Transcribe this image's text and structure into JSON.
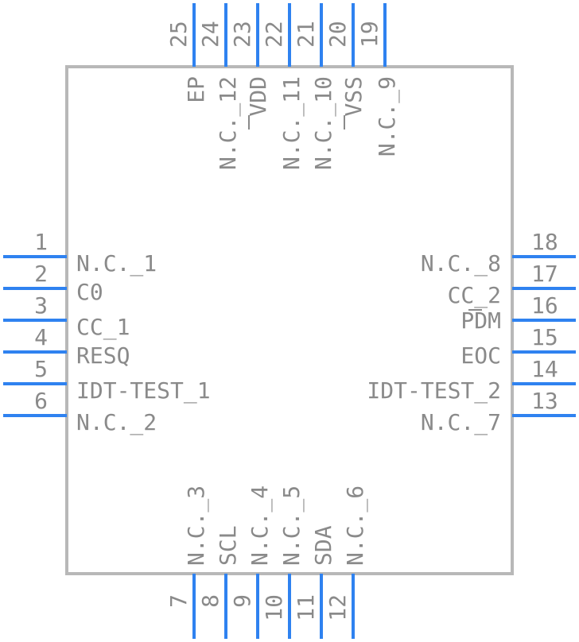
{
  "component": {
    "pins": [
      {
        "number": "1",
        "name": "N.C._1"
      },
      {
        "number": "2",
        "name": "C0"
      },
      {
        "number": "3",
        "name": "CC_1"
      },
      {
        "number": "4",
        "name": "RESQ"
      },
      {
        "number": "5",
        "name": "IDT-TEST_1"
      },
      {
        "number": "6",
        "name": "N.C._2"
      },
      {
        "number": "7",
        "name": "N.C._3"
      },
      {
        "number": "8",
        "name": "SCL"
      },
      {
        "number": "9",
        "name": "N.C._4"
      },
      {
        "number": "10",
        "name": "N.C._5"
      },
      {
        "number": "11",
        "name": "SDA"
      },
      {
        "number": "12",
        "name": "N.C._6"
      },
      {
        "number": "13",
        "name": "N.C._7"
      },
      {
        "number": "14",
        "name": "IDT-TEST_2"
      },
      {
        "number": "15",
        "name": "EOC"
      },
      {
        "number": "16",
        "name": "PDM"
      },
      {
        "number": "17",
        "name": "CC_2"
      },
      {
        "number": "18",
        "name": "N.C._8"
      },
      {
        "number": "19",
        "name": "N.C._9"
      },
      {
        "number": "20",
        "name": "VSS"
      },
      {
        "number": "21",
        "name": "N.C._10"
      },
      {
        "number": "22",
        "name": "N.C._11"
      },
      {
        "number": "23",
        "name": "VDD"
      },
      {
        "number": "24",
        "name": "N.C._12"
      },
      {
        "number": "25",
        "name": "EP"
      }
    ],
    "colors": {
      "pin": "#2f82f0",
      "body": "#b8b8b8",
      "text": "#8a8a8a"
    }
  }
}
